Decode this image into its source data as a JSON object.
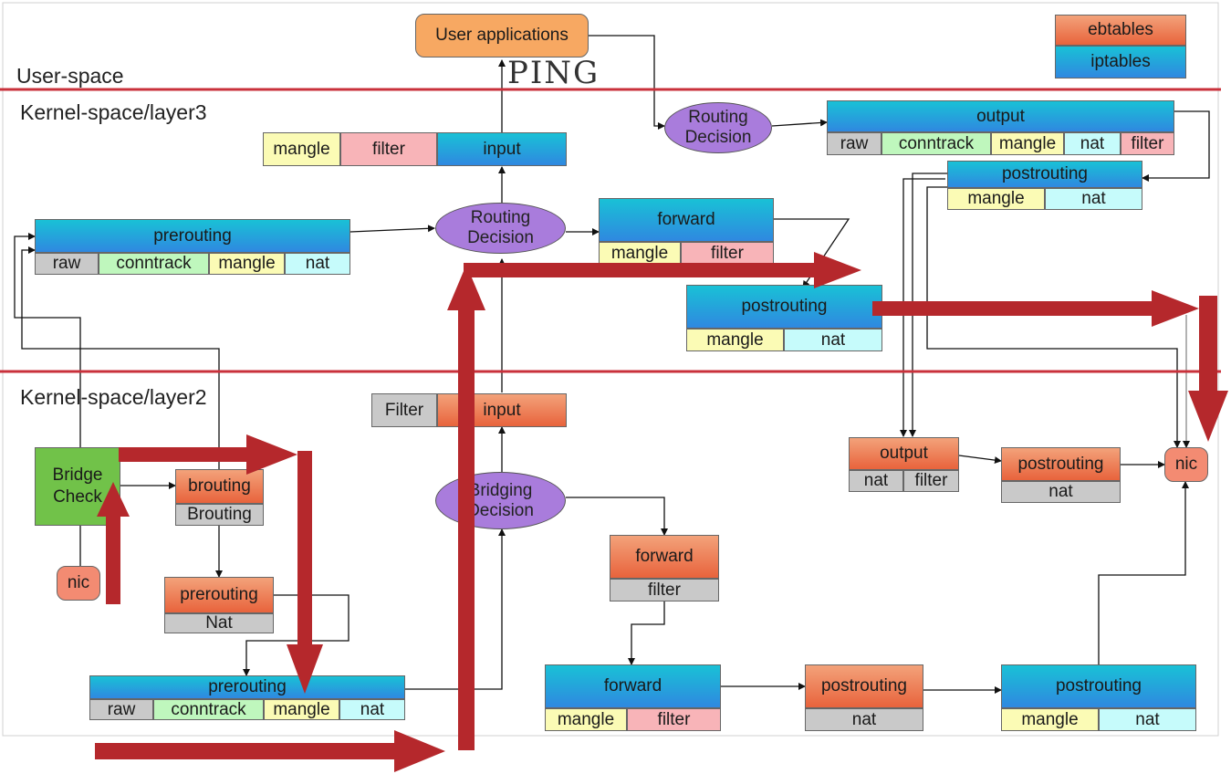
{
  "legend": {
    "ebtables": "ebtables",
    "iptables": "iptables"
  },
  "regions": {
    "user_space": "User-space",
    "kernel_l3": "Kernel-space/layer3",
    "kernel_l2": "Kernel-space/layer2"
  },
  "user_applications": "User applications",
  "ping": "PING",
  "l3": {
    "input": {
      "title": "input",
      "cells": [
        "mangle",
        "filter"
      ]
    },
    "output": {
      "title": "output",
      "cells": [
        "raw",
        "conntrack",
        "mangle",
        "nat",
        "filter"
      ]
    },
    "postrouting_out": {
      "title": "postrouting",
      "cells": [
        "mangle",
        "nat"
      ]
    },
    "prerouting": {
      "title": "prerouting",
      "cells": [
        "raw",
        "conntrack",
        "mangle",
        "nat"
      ]
    },
    "forward": {
      "title": "forward",
      "cells": [
        "mangle",
        "filter"
      ]
    },
    "postrouting_fwd": {
      "title": "postrouting",
      "cells": [
        "mangle",
        "nat"
      ]
    },
    "routing_decision_top": "Routing Decision",
    "routing_decision_mid": "Routing Decision"
  },
  "l2": {
    "input": {
      "title": "input",
      "cells": [
        "Filter"
      ]
    },
    "bridge_check": "Bridge Check",
    "brouting": {
      "title": "brouting",
      "cells": [
        "Brouting"
      ]
    },
    "nic_in": "nic",
    "prerouting_eb": {
      "title": "prerouting",
      "cells": [
        "Nat"
      ]
    },
    "prerouting_ipt": {
      "title": "prerouting",
      "cells": [
        "raw",
        "conntrack",
        "mangle",
        "nat"
      ]
    },
    "bridging_decision": "Bridging Decision",
    "forward_eb": {
      "title": "forward",
      "cells": [
        "filter"
      ]
    },
    "forward_ipt": {
      "title": "forward",
      "cells": [
        "mangle",
        "filter"
      ]
    },
    "postrouting_eb_mid": {
      "title": "postrouting",
      "cells": [
        "nat"
      ]
    },
    "postrouting_ipt": {
      "title": "postrouting",
      "cells": [
        "mangle",
        "nat"
      ]
    },
    "output_eb": {
      "title": "output",
      "cells": [
        "nat",
        "filter"
      ]
    },
    "postrouting_eb_right": {
      "title": "postrouting",
      "cells": [
        "nat"
      ]
    },
    "nic_out": "nic"
  },
  "colors": {
    "boundary": "#c9313b",
    "highlight_arrow": "#b5282c",
    "ebtables_grad": [
      "#f3a27a",
      "#e8633c"
    ],
    "iptables_grad": [
      "#19c1d6",
      "#2f88e0"
    ]
  }
}
